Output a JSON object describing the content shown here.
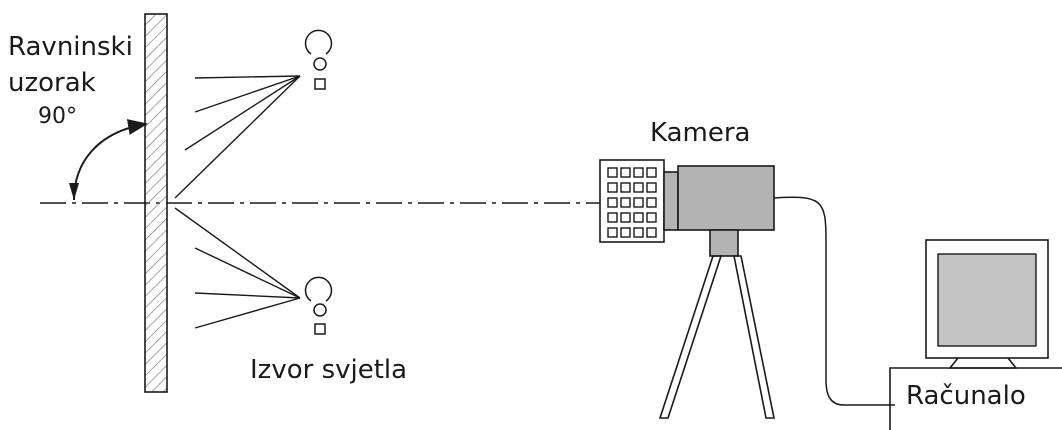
{
  "labels": {
    "sample_line1": "Ravninski",
    "sample_line2": "uzorak",
    "angle": "90°",
    "light_source": "Izvor svjetla",
    "camera": "Kamera",
    "computer": "Računalo"
  },
  "colors": {
    "line": "#1a1a1a",
    "camera_body": "#b3b3b3",
    "monitor_screen": "#c4c4c4"
  },
  "icons": [
    "light-bulb-icon",
    "camera-icon",
    "monitor-icon",
    "tripod-icon"
  ]
}
